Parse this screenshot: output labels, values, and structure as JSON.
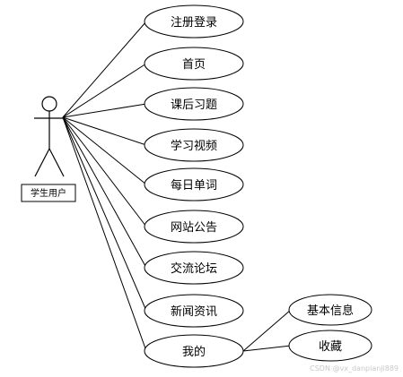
{
  "actor": {
    "label": "学生用户"
  },
  "use_cases": [
    {
      "id": "register-login",
      "label": "注册登录"
    },
    {
      "id": "home",
      "label": "首页"
    },
    {
      "id": "exercises",
      "label": "课后习题"
    },
    {
      "id": "study-video",
      "label": "学习视频"
    },
    {
      "id": "daily-word",
      "label": "每日单词"
    },
    {
      "id": "site-notice",
      "label": "网站公告"
    },
    {
      "id": "forum",
      "label": "交流论坛"
    },
    {
      "id": "news",
      "label": "新闻资讯"
    },
    {
      "id": "mine",
      "label": "我的"
    }
  ],
  "sub_use_cases": [
    {
      "id": "basic-info",
      "label": "基本信息",
      "parent": "mine"
    },
    {
      "id": "favorites",
      "label": "收藏",
      "parent": "mine"
    }
  ],
  "watermark": "CSDN @vx_danpianji889"
}
